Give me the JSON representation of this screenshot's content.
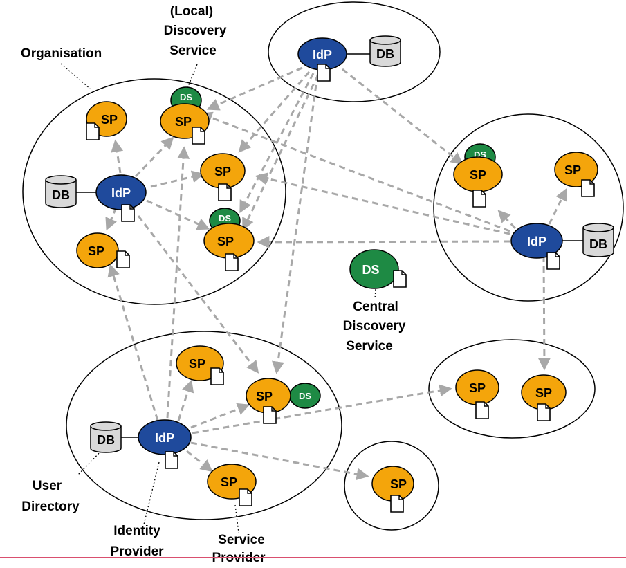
{
  "nodes": {
    "idp": "IdP",
    "sp": "SP",
    "ds": "DS",
    "db": "DB"
  },
  "labels": {
    "organisation": "Organisation",
    "local_ds": [
      "(Local)",
      "Discovery",
      "Service"
    ],
    "central_ds": [
      "Central",
      "Discovery",
      "Service"
    ],
    "user_directory": [
      "User",
      "Directory"
    ],
    "identity_provider": [
      "Identity",
      "Provider"
    ],
    "service_provider": [
      "Service",
      "Provider"
    ]
  },
  "colors": {
    "idp": "#1f4a9c",
    "sp": "#f4a50b",
    "ds": "#1e8a44",
    "db": "#d9d9d9",
    "arrow": "#a8a8a8",
    "bottom_rule": "#d94f6f"
  }
}
